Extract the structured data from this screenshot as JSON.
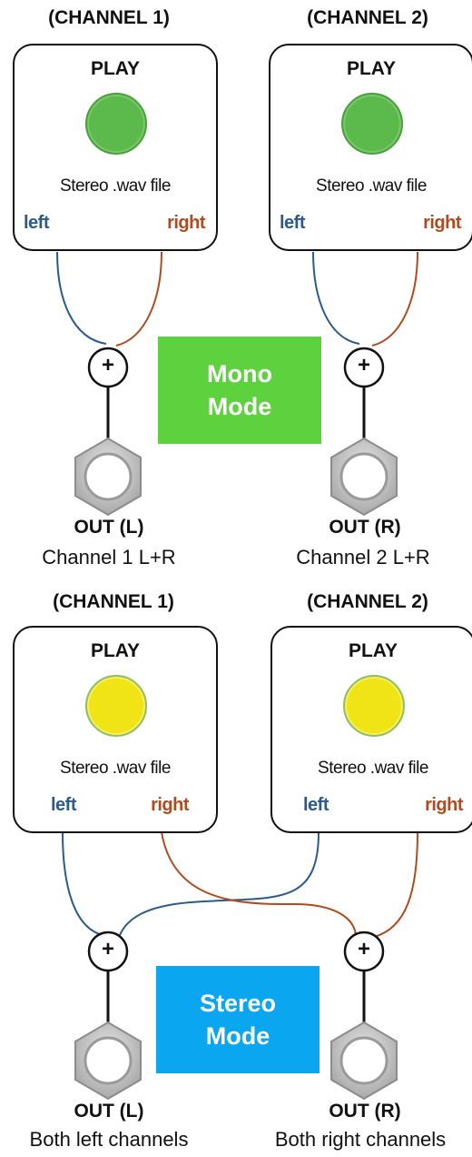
{
  "top": {
    "channel1_title": "(CHANNEL 1)",
    "channel2_title": "(CHANNEL 2)",
    "module1": {
      "play_label": "PLAY",
      "file_label": "Stereo .wav file",
      "left_label": "left",
      "right_label": "right"
    },
    "module2": {
      "play_label": "PLAY",
      "file_label": "Stereo .wav file",
      "left_label": "left",
      "right_label": "right"
    },
    "plus_symbol": "+",
    "mode_line1": "Mono",
    "mode_line2": "Mode",
    "out_left": "OUT (L)",
    "out_right": "OUT (R)",
    "out_left_desc": "Channel 1 L+R",
    "out_right_desc": "Channel 2 L+R"
  },
  "bottom": {
    "channel1_title": "(CHANNEL 1)",
    "channel2_title": "(CHANNEL 2)",
    "module1": {
      "play_label": "PLAY",
      "file_label": "Stereo .wav file",
      "left_label": "left",
      "right_label": "right"
    },
    "module2": {
      "play_label": "PLAY",
      "file_label": "Stereo .wav file",
      "left_label": "left",
      "right_label": "right"
    },
    "plus_symbol": "+",
    "mode_line1": "Stereo",
    "mode_line2": "Mode",
    "out_left": "OUT (L)",
    "out_right": "OUT (R)",
    "out_left_desc": "Both left channels",
    "out_right_desc": "Both right channels"
  },
  "colors": {
    "left_wire": "#2c5b8a",
    "right_wire": "#b04a1f",
    "mono_mode_bg": "#5ed23e",
    "stereo_mode_bg": "#0aa6f0",
    "led_top": "#5cb94c",
    "led_bottom": "#f0e416"
  },
  "icons": {
    "led": "led-indicator-icon",
    "mixer": "plus-mixer-icon",
    "jack": "hex-jack-icon"
  }
}
